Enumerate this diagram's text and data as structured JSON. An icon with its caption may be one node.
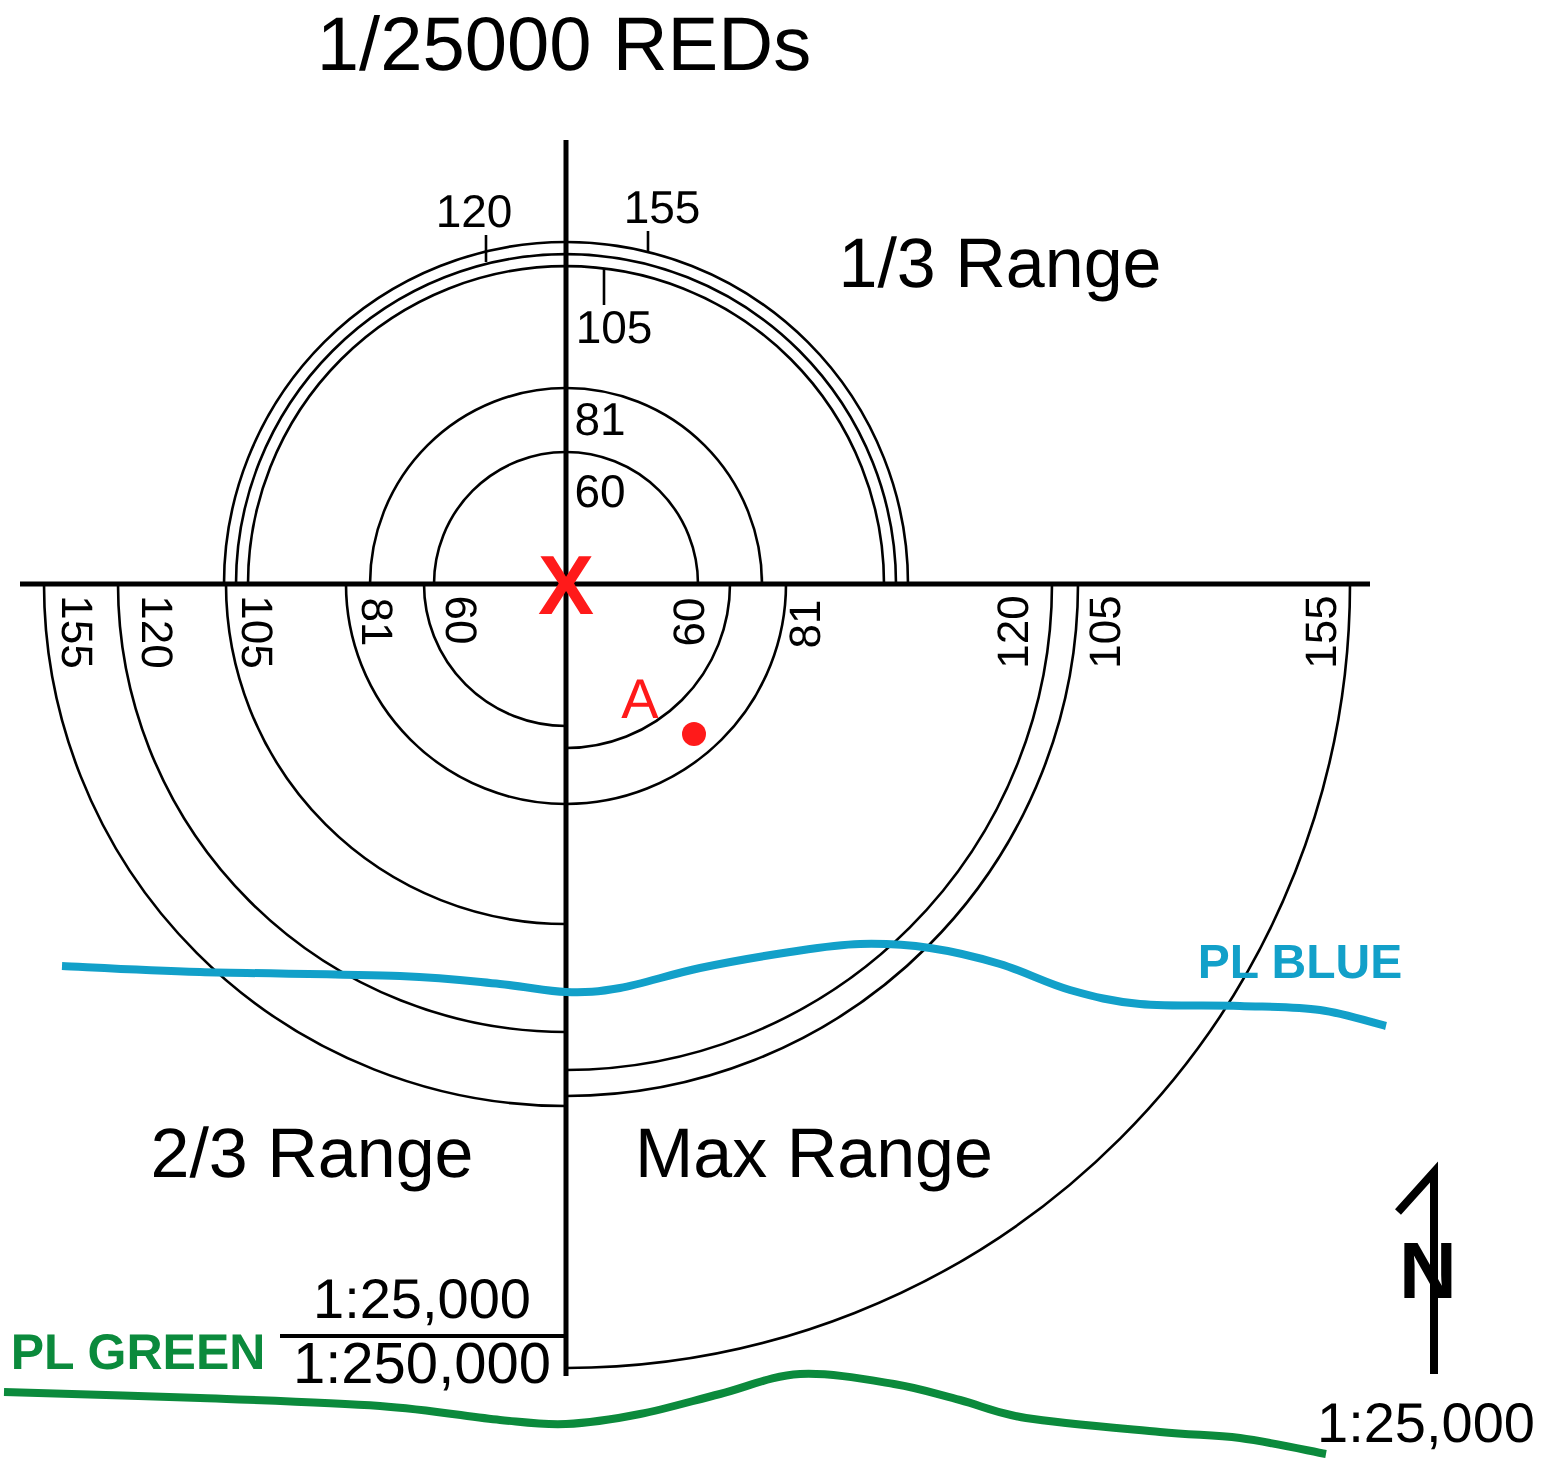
{
  "diagram": {
    "title": "1/25000 REDs",
    "nodes": [
      {
        "text": [
          "120"
        ]
      },
      {
        "text": [
          "155"
        ]
      },
      {
        "text": [
          "105"
        ]
      }
    ],
    "edges": [
      {
        "from": 0,
        "to": null,
        "arrow": "none"
      },
      {
        "from": 1,
        "to": null,
        "arrow": "none"
      },
      {
        "from": 2,
        "to": null,
        "arrow": "none"
      }
    ],
    "labels": [
      "1/3 Range",
      "81",
      "60",
      "X",
      "155",
      "120",
      "105",
      "81",
      "60",
      "60",
      "81",
      "120",
      "105",
      "155",
      "A",
      "PL BLUE",
      "2/3 Range",
      "Max Range",
      "N",
      "1:25,000",
      "PL GREEN",
      "1:250,000",
      "1:25,000"
    ]
  }
}
